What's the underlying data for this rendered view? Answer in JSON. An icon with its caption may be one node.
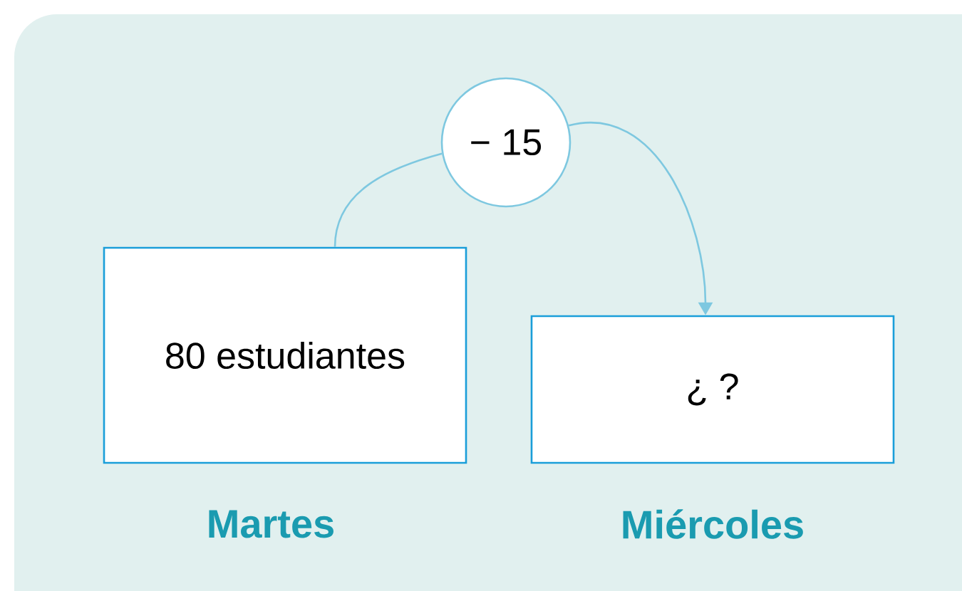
{
  "diagram": {
    "nodes": [
      {
        "text": [
          "80 estudiantes"
        ],
        "beside": [
          "Martes"
        ]
      },
      {
        "text": [
          "− 15"
        ]
      },
      {
        "text": [
          "¿ ?"
        ],
        "beside": [
          "Miércoles"
        ]
      }
    ],
    "edges": [
      {
        "from": 0,
        "to": 1,
        "arrow": "none"
      },
      {
        "from": 1,
        "to": 2,
        "arrow": "to"
      }
    ]
  }
}
